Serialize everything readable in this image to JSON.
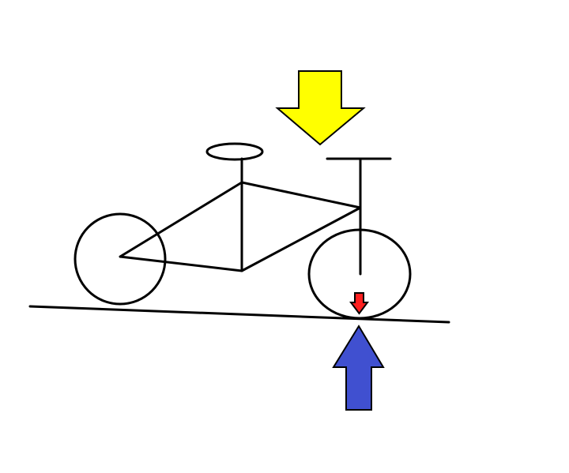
{
  "colors": {
    "background": "#ffffff",
    "line": "#000000",
    "downward_force_arrow": "#ffff00",
    "contact_force_arrow": "#ff2020",
    "upward_force_arrow": "#4050d0"
  },
  "figure": {
    "elements": [
      "ground-line",
      "rear-wheel",
      "front-wheel",
      "bicycle-frame",
      "seat",
      "handlebar",
      "downward-force-arrow",
      "small-downward-arrow",
      "upward-force-arrow"
    ],
    "labels": []
  }
}
